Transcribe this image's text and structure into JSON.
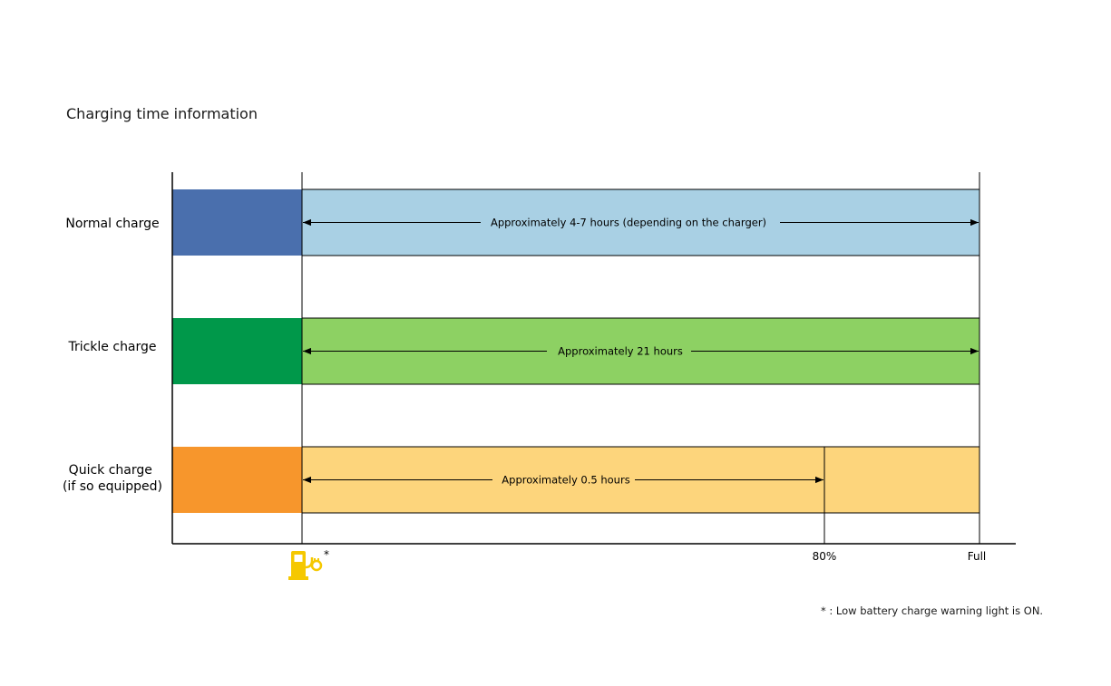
{
  "title": "Charging time information",
  "rows": [
    {
      "label_lines": [
        "Normal charge"
      ],
      "duration_label": "Approximately 4-7 hours (depending on the charger)",
      "end": "full",
      "colors": {
        "initial": "#4a6fad",
        "main": "#a9d0e4"
      }
    },
    {
      "label_lines": [
        "Trickle charge"
      ],
      "duration_label": "Approximately 21 hours",
      "end": "full",
      "colors": {
        "initial": "#00984a",
        "main": "#8dd163"
      }
    },
    {
      "label_lines": [
        "Quick charge",
        "(if so equipped)"
      ],
      "duration_label": "Approximately 0.5 hours",
      "end": "80%",
      "colors": {
        "initial": "#f7962c",
        "main": "#fdd57c"
      }
    }
  ],
  "x_ticks": {
    "start_symbol": "*",
    "eighty": "80%",
    "full": "Full"
  },
  "start_icon": "low-battery-charge-warning-light-icon",
  "icon_color": "#f5c800",
  "footnote": "* : Low battery charge warning light is ON."
}
